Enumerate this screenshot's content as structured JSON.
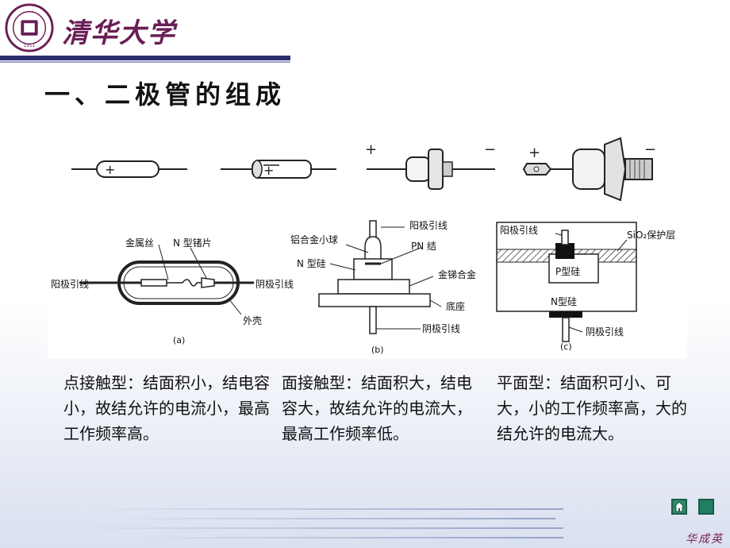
{
  "header": {
    "seal_text": "TSINGHUA UNIVERSITY 1911",
    "school_name": "清华大学"
  },
  "slide": {
    "title": "一、二极管的组成"
  },
  "photos": {
    "plus": "+",
    "minus": "−"
  },
  "diagram_a": {
    "caption": "(a)",
    "labels": {
      "wire": "金属丝",
      "chip": "N 型锗片",
      "anode": "阳极引线",
      "cathode": "阴极引线",
      "shell": "外壳"
    }
  },
  "diagram_b": {
    "caption": "(b)",
    "labels": {
      "anode": "阳极引线",
      "ball": "铝合金小球",
      "pn": "PN 结",
      "ntype": "N 型硅",
      "alloy": "金锑合金",
      "base": "底座",
      "cathode": "阴极引线"
    }
  },
  "diagram_c": {
    "caption": "(c)",
    "labels": {
      "anode": "阳极引线",
      "sio2": "SiO₂保护层",
      "ptype": "P型硅",
      "ntype": "N型硅",
      "cathode": "阴极引线"
    }
  },
  "descriptions": {
    "point_contact": "点接触型：结面积小，结电容小，故结允许的电流小，最高工作频率高。",
    "surface_contact": "面接触型：结面积大，结电容大，故结允许的电流大，最高工作频率低。",
    "planar": "平面型：结面积可小、可大，小的工作频率高，大的结允许的电流大。"
  },
  "footer": {
    "author": "华成英"
  },
  "colors": {
    "title_bar": "#2b2f6e",
    "school": "#6a1e55",
    "nav_green": "#2e8b6b"
  }
}
